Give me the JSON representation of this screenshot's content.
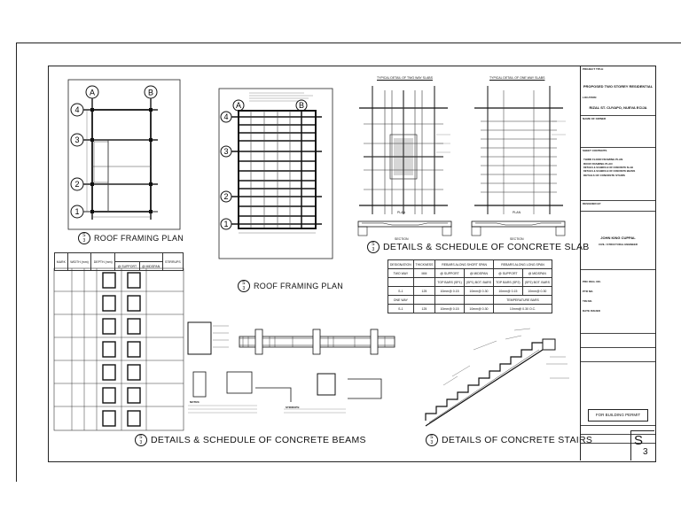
{
  "drawings": {
    "roof_plan_1": {
      "title": "ROOF FRAMING PLAN",
      "grid_letters": [
        "A",
        "B"
      ],
      "grid_numbers": [
        "4",
        "3",
        "2",
        "1"
      ]
    },
    "roof_plan_2": {
      "title": "ROOF FRAMING PLAN",
      "grid_letters": [
        "A",
        "B"
      ],
      "grid_numbers": [
        "4",
        "3",
        "2",
        "1"
      ]
    },
    "slab": {
      "title": "DETAILS & SCHEDULE OF CONCRETE SLAB",
      "detail_two_way": "TYPICAL DETAIL OF TWO WAY SLABS",
      "detail_one_way": "TYPICAL DETAIL OF ONE WAY SLABS",
      "plan_label": "PLAN",
      "section_label": "SECTION"
    },
    "beams": {
      "title": "DETAILS & SCHEDULE OF CONCRETE BEAMS",
      "notes_heading": "NOTES:",
      "stirrups_heading": "STIRRUPS:"
    },
    "stairs": {
      "title": "DETAILS OF CONCRETE STAIRS"
    }
  },
  "slab_schedule": {
    "header": [
      "DESIGNATION",
      "THICKNESS",
      "REBARS ALONG SHORT SPAN",
      "REBARS ALONG LONG SPAN"
    ],
    "subheader": [
      "",
      "MM",
      "@ SUPPORT",
      "@ MIDSPAN",
      "@ SUPPORT",
      "@ MIDSPAN"
    ],
    "bars_row": [
      "",
      "",
      "TOP BARS (SP1)",
      "(SP1) BOT. BARS",
      "TOP BARS (SP2)",
      "(SP2) BOT. BARS"
    ],
    "rows": [
      [
        "TWO WAY",
        "",
        "",
        "",
        "",
        ""
      ],
      [
        "S-1",
        "125",
        "10mm@ 0.15",
        "10mm@ 0.30",
        "10mm@ 0.15",
        "10mm@ 0.30"
      ],
      [
        "ONE WAY",
        "",
        "",
        "",
        "TEMPERATURE BARS",
        ""
      ],
      [
        "S-1",
        "125",
        "10mm@ 0.15",
        "10mm@ 0.30",
        "10mm@ 0.30 O.C.",
        ""
      ]
    ]
  },
  "beam_schedule": {
    "header": [
      "MARK",
      "WIDTH (mm)",
      "DEPTH (mm)",
      "@ SUPPORT",
      "@ MIDSPAN",
      "STIRRUPS"
    ]
  },
  "title_block": {
    "project_title_label": "PROJECT TITLE",
    "project_title": "PROPOSED TWO STOREY RESIDENTIAL",
    "location_label": "LOCATION",
    "location": "RIZAL ST. CUYAPO, NUEVA ECIJA",
    "owner_label": "NAME OF OWNER",
    "sheet_contents_label": "SHEET CONTENTS",
    "sheet_contents": [
      "THIRD FLOOR FRAMING PLAN",
      "ROOF FRAMING PLAN",
      "DETAILS & SCHEDULE OF CONCRETE SLAB",
      "DETAILS & SCHEDULE OF CONCRETE BEAMS",
      "DETAILS OF CONCRETE STAIRS"
    ],
    "design_label": "DESIGNED BY",
    "engineer": "JOHN KING CUPPAL",
    "engineer_title": "CIVIL / STRUCTURAL ENGINEER",
    "fields": [
      "PRC REG. NO.",
      "PTR NO.",
      "TIN NO.",
      "DATE ISSUED"
    ],
    "permit": "FOR BUILDING PERMIT",
    "sheet_letter": "S",
    "sheet_number": "3"
  }
}
